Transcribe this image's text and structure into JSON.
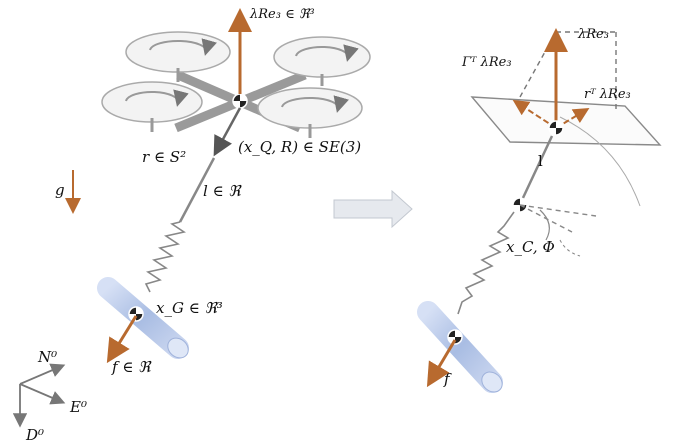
{
  "colors": {
    "force": "#b86a2f",
    "gray": "#888888",
    "dark_gray": "#666666",
    "rod_blue": "#a9bde3"
  },
  "left": {
    "thrust_label": "λRe₃ ∈ ℜ³",
    "quad_state_label": "(x_Q, R) ∈ SE(3)",
    "direction_label": "r ∈ S²",
    "length_label": "l ∈ ℜ",
    "gravity_label": "g",
    "load_state_label": "x_G ∈ ℜ³",
    "force_label": "f ∈ ℜ"
  },
  "frame": {
    "north": "N⁰",
    "east": "E⁰",
    "down": "D⁰"
  },
  "right": {
    "thrust_label": "λRe₃",
    "gamma_label": "Γᵀ λRe₃",
    "r_label": "rᵀ λRe₃",
    "length_label": "l",
    "cable_state_label": "x_C, Φ",
    "force_label": "f"
  },
  "icons": [
    "quadrotor-icon",
    "transition-arrow-icon"
  ]
}
